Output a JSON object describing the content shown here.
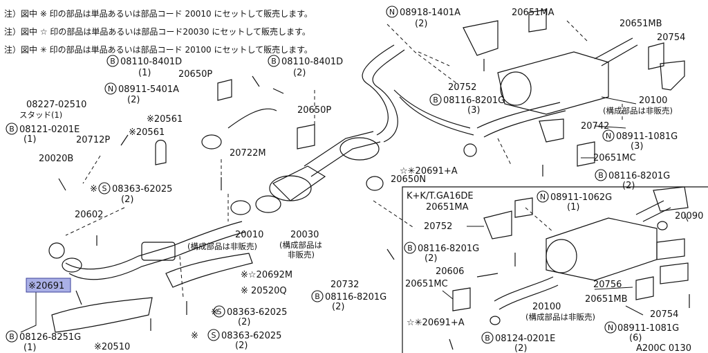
{
  "notes": [
    "注）図中 ※ 印の部品は単品あるいは部品コード 20010 にセットして販売します。",
    "注）図中 ☆ 印の部品は単品あるいは部品コード20030 にセットして販売します。",
    "注）図中 ✳ 印の部品は単品あるいは部品コード 20100 にセットして販売します。"
  ],
  "parts": {
    "n08918_1401A": "08918-1401A",
    "q2a": "(2)",
    "p20651MA_top": "20651MA",
    "p20651MB_top": "20651MB",
    "p20754_top": "20754",
    "b08110_8401D_l": "08110-8401D",
    "q1a": "(1)",
    "b08110_8401D_r": "08110-8401D",
    "q2b": "(2)",
    "p20650P_a": "20650P",
    "n08911_5401A": "08911-5401A",
    "q2c": "(2)",
    "p20752_top": "20752",
    "b08116_8201G_top": "08116-8201G",
    "q3a": "(3)",
    "p20100_top": "20100",
    "p20100_top_sub": "(構成部品は非販売)",
    "p08227_02510": "08227-02510",
    "stud": "スタッド(1)",
    "b08121_0201E": "08121-0201E",
    "q1b": "(1)",
    "p20561_a": "※20561",
    "p20561_b": "※20561",
    "p20650P_b": "20650P",
    "p20742": "20742",
    "p20712P": "20712P",
    "p20722M": "20722M",
    "n08911_1081G_top": "08911-1081G",
    "q3b": "(3)",
    "p20020B": "20020B",
    "p20651MC_top": "20651MC",
    "p20691A_top": "☆✳20691+A",
    "p20650N": "20650N",
    "b08116_8201G_mid": "08116-8201G",
    "q2d": "(2)",
    "s08363_62025_a": "08363-62025",
    "q2e": "(2)",
    "star_a": "※",
    "inset_title": "K+K/T.GA16DE",
    "p20651MA_in": "20651MA",
    "n08911_1062G": "08911-1062G",
    "q1c": "(1)",
    "p20602": "20602",
    "p20752_in": "20752",
    "p20090": "20090",
    "p20010": "20010",
    "p20010_sub": "(構成部品は非販売)",
    "p20030": "20030",
    "p20030_sub1": "(構成部品は",
    "p20030_sub2": "非販売)",
    "b08116_8201G_in": "08116-8201G",
    "q2f": "(2)",
    "p20606": "20606",
    "p20692M": "※☆20692M",
    "p20651MC_in": "20651MC",
    "p20756": "20756",
    "p20691_hl": "※20691",
    "p20732": "20732",
    "p20520Q": "※ 20520Q",
    "b08116_8201G_bot": "08116-8201G",
    "q2g": "(2)",
    "p20651MB_in": "20651MB",
    "p20754_in": "20754",
    "p20100_in": "20100",
    "p20100_in_sub": "(構成部品は非販売)",
    "s08363_62025_b": "08363-62025",
    "q2h": "(2)",
    "n08911_1081G_in": "08911-1081G",
    "q6": "(6)",
    "p20691A_in": "☆✳20691+A",
    "b08126_8251G": "08126-8251G",
    "q1d": "(1)",
    "p20510": "※20510",
    "s08363_62025_c": "08363-62025",
    "q2i": "(2)",
    "b08124_0201E": "08124-0201E",
    "q2j": "(2)",
    "code": "A200C 0130",
    "star_b": "※",
    "star_c": "※"
  },
  "circle_letters": {
    "N": "N",
    "B": "B",
    "S": "S"
  },
  "colors": {
    "line": "#111111",
    "highlight": "#aab0e6",
    "highlight_border": "#3a3f9a"
  }
}
